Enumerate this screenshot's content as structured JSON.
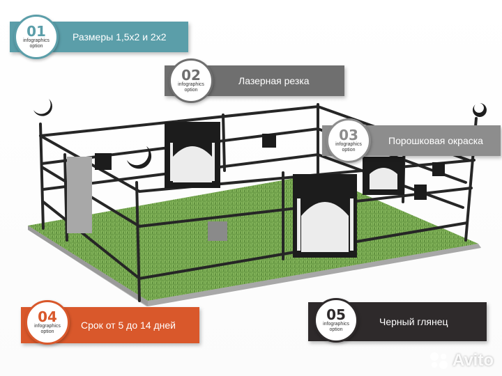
{
  "badges": [
    {
      "number": "01",
      "caption": "infographics\noption",
      "label": "Размеры 1,5х2 и 2х2",
      "color": "#5b9ea9"
    },
    {
      "number": "02",
      "caption": "infographics\noption",
      "label": "Лазерная резка",
      "color": "#6f6f6f"
    },
    {
      "number": "03",
      "caption": "infographics\noption",
      "label": "Порошковая окраска",
      "color": "#8d8d8d"
    },
    {
      "number": "04",
      "caption": "infographics\noption",
      "label": "Срок от 5 до 14 дней",
      "color": "#d9582b"
    },
    {
      "number": "05",
      "caption": "infographics\noption",
      "label": "Черный глянец",
      "color": "#2e2a2b"
    }
  ],
  "watermark": {
    "text": "Avito",
    "icon": "avito-dots-icon"
  }
}
